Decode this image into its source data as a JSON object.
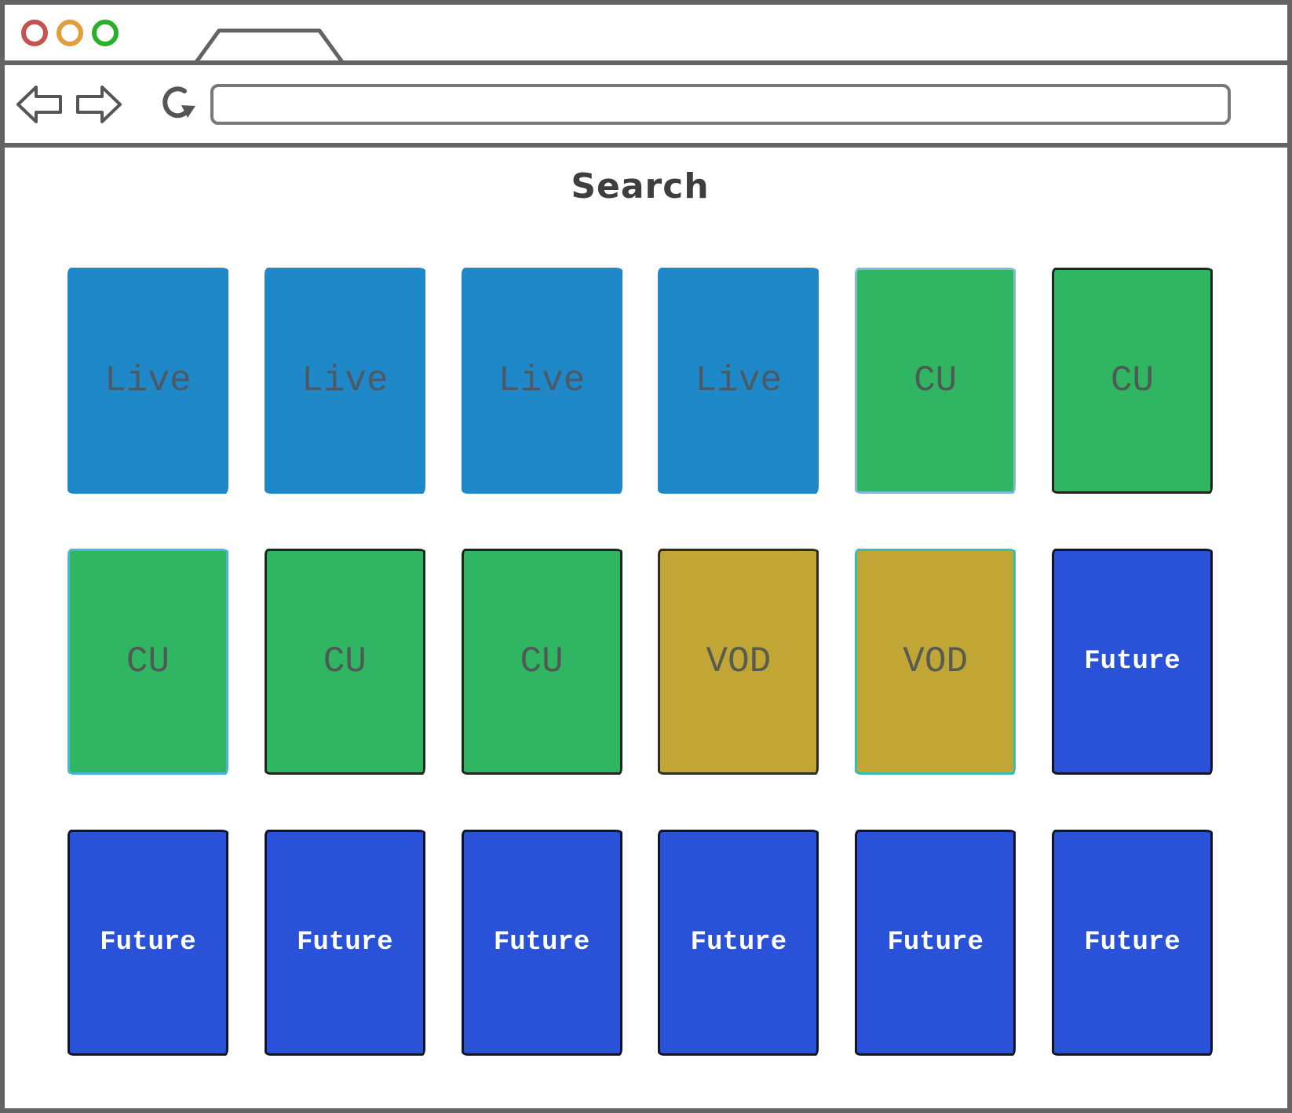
{
  "browser": {
    "traffic_lights": [
      {
        "name": "close",
        "color": "#c4524f"
      },
      {
        "name": "minimize",
        "color": "#e29d3c"
      },
      {
        "name": "maximize",
        "color": "#28b028"
      }
    ],
    "tab_count": 1,
    "toolbar": {
      "back_icon": "back-arrow",
      "forward_icon": "forward-arrow",
      "reload_icon": "reload-circular-arrow",
      "url": {
        "value": "",
        "placeholder": ""
      }
    },
    "chrome_color": "#636363"
  },
  "page": {
    "title": "Search",
    "grid": {
      "rows": 3,
      "columns": 6
    },
    "category_colors": {
      "live": "#1e88c8",
      "cu": "#30b562",
      "vod": "#c1a636",
      "future": "#2a52d8"
    },
    "cards": [
      {
        "label": "Live",
        "bg": "#1e88c8",
        "text_color": "#4c5a66",
        "border_color": "transparent"
      },
      {
        "label": "Live",
        "bg": "#1e88c8",
        "text_color": "#4c5a66",
        "border_color": "transparent"
      },
      {
        "label": "Live",
        "bg": "#1e88c8",
        "text_color": "#4c5a66",
        "border_color": "transparent"
      },
      {
        "label": "Live",
        "bg": "#1e88c8",
        "text_color": "#4c5a66",
        "border_color": "transparent"
      },
      {
        "label": "CU",
        "bg": "#30b562",
        "text_color": "#4f5a55",
        "border_color": "#7fb7da"
      },
      {
        "label": "CU",
        "bg": "#30b562",
        "text_color": "#4f5a55",
        "border_color": "#20261f"
      },
      {
        "label": "CU",
        "bg": "#30b562",
        "text_color": "#4f5a55",
        "border_color": "#49b7d4"
      },
      {
        "label": "CU",
        "bg": "#30b562",
        "text_color": "#4f5a55",
        "border_color": "#20261f"
      },
      {
        "label": "CU",
        "bg": "#30b562",
        "text_color": "#4f5a55",
        "border_color": "#20261f"
      },
      {
        "label": "VOD",
        "bg": "#c1a636",
        "text_color": "#585b50",
        "border_color": "#2f2d1d"
      },
      {
        "label": "VOD",
        "bg": "#c1a636",
        "text_color": "#585b50",
        "border_color": "#35bdb4"
      },
      {
        "label": "Future",
        "bg": "#2a52d8",
        "text_color": "#ffffff",
        "border_color": "#111527"
      },
      {
        "label": "Future",
        "bg": "#2a52d8",
        "text_color": "#ffffff",
        "border_color": "#111527"
      },
      {
        "label": "Future",
        "bg": "#2a52d8",
        "text_color": "#ffffff",
        "border_color": "#111527"
      },
      {
        "label": "Future",
        "bg": "#2a52d8",
        "text_color": "#ffffff",
        "border_color": "#111527"
      },
      {
        "label": "Future",
        "bg": "#2a52d8",
        "text_color": "#ffffff",
        "border_color": "#111527"
      },
      {
        "label": "Future",
        "bg": "#2a52d8",
        "text_color": "#ffffff",
        "border_color": "#111527"
      },
      {
        "label": "Future",
        "bg": "#2a52d8",
        "text_color": "#ffffff",
        "border_color": "#111527"
      }
    ]
  }
}
